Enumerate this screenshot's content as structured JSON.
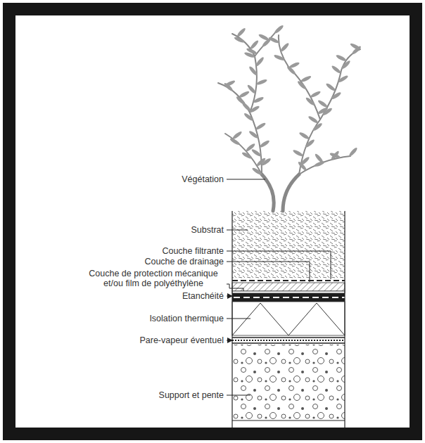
{
  "diagram": {
    "labels": [
      "Végétation",
      "Substrat",
      "Couche filtrante",
      "Couche de drainage",
      "Couche de protection mécanique et/ou film de polyéthylène",
      "Etanchéité",
      "Isolation thermique",
      "Pare-vapeur éventuel",
      "Support et pente"
    ]
  }
}
